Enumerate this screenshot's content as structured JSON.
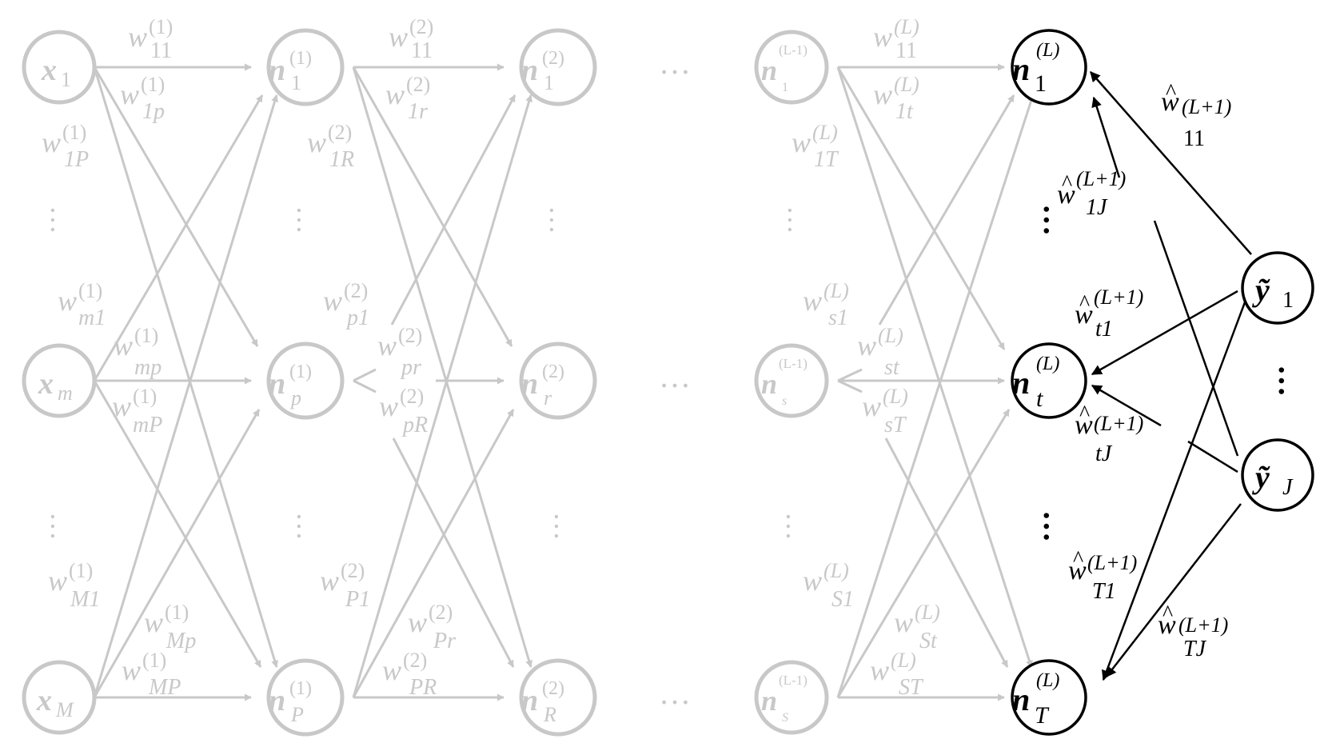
{
  "layers": [
    {
      "key": "x",
      "label_prefix": "x",
      "layer_sup": "",
      "nodes": [
        {
          "sub": "1"
        },
        {
          "sub": "m"
        },
        {
          "sub": "M"
        }
      ]
    },
    {
      "key": "n1",
      "label_prefix": "n",
      "layer_sup": "(1)",
      "nodes": [
        {
          "sub": "1"
        },
        {
          "sub": "p"
        },
        {
          "sub": "P"
        }
      ]
    },
    {
      "key": "n2",
      "label_prefix": "n",
      "layer_sup": "(2)",
      "nodes": [
        {
          "sub": "1"
        },
        {
          "sub": "r"
        },
        {
          "sub": "R"
        }
      ]
    },
    {
      "key": "nLm1",
      "label_prefix": "n",
      "layer_sup": "(L-1)",
      "nodes": [
        {
          "sub": "1"
        },
        {
          "sub": "s"
        },
        {
          "sub": "S"
        }
      ]
    },
    {
      "key": "nL",
      "label_prefix": "n",
      "layer_sup": "(L)",
      "nodes": [
        {
          "sub": "1"
        },
        {
          "sub": "t"
        },
        {
          "sub": "T"
        }
      ]
    },
    {
      "key": "y",
      "label_prefix": "ỹ",
      "layer_sup": "",
      "nodes": [
        {
          "sub": "1"
        },
        {
          "sub": "J"
        }
      ]
    }
  ],
  "ellipsis": "…",
  "weights_layer1": {
    "sup": "(1)",
    "subs": [
      "11",
      "1p",
      "1P",
      "m1",
      "mp",
      "mP",
      "M1",
      "Mp",
      "MP"
    ]
  },
  "weights_layer2": {
    "sup": "(2)",
    "subs": [
      "11",
      "1r",
      "1R",
      "p1",
      "pr",
      "pR",
      "P1",
      "Pr",
      "PR"
    ]
  },
  "weights_layerL": {
    "sup": "(L)",
    "subs": [
      "11",
      "1t",
      "1T",
      "s1",
      "st",
      "sT",
      "S1",
      "St",
      "ST"
    ]
  },
  "weights_output": {
    "hat": "^",
    "sup": "(L+1)",
    "subs": [
      "11",
      "1J",
      "t1",
      "tJ",
      "T1",
      "TJ"
    ]
  },
  "colors": {
    "inactive": "#c8c8c8",
    "active": "#000000"
  }
}
